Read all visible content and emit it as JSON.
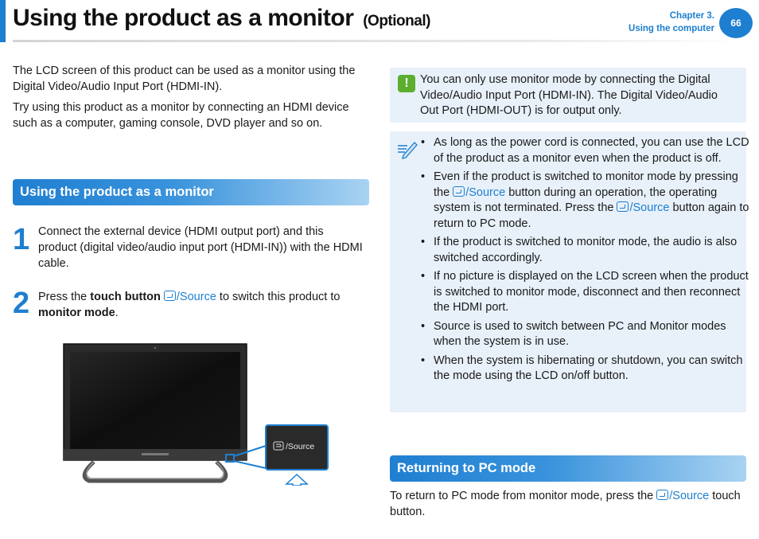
{
  "header": {
    "title": "Using the product as a monitor",
    "title_optional": "(Optional)",
    "chapter": "Chapter 3.",
    "chapter_sub": "Using the computer",
    "page_number": "66"
  },
  "intro": {
    "p1": "The LCD screen of this product can be used as a monitor using the Digital Video/Audio Input Port (HDMI-IN).",
    "p2": "Try using this product as a monitor by connecting an HDMI device such as a computer, gaming console, DVD player and so on."
  },
  "section1": {
    "title": "Using the product as a monitor",
    "step1_num": "1",
    "step1_text": "Connect the external device (HDMI output port) and this product (digital video/audio input port (HDMI-IN)) with the HDMI cable.",
    "step2_num": "2",
    "step2_pre": "Press the ",
    "step2_bold": "touch button",
    "step2_mid": " to switch this product to ",
    "step2_bold2": "monitor mode",
    "step2_end": "."
  },
  "source_label": "/Source",
  "illustration": {
    "button_label": "/Source"
  },
  "caution": {
    "icon": "exclamation-icon",
    "text": "You can only use monitor mode by connecting the Digital Video/Audio Input Port (HDMI-IN). The Digital Video/Audio Out Port (HDMI-OUT) is for output only."
  },
  "notes": {
    "icon": "pencil-note-icon",
    "n1": "As long as the power cord is connected, you can use the LCD of the product as a monitor even when the product is off.",
    "n2_pre": "Even if the product is switched to monitor mode by pressing the ",
    "n2_mid": " button during an operation, the operating system is not terminated. Press the ",
    "n2_end": " button again to return to PC mode.",
    "n3": "If the product is switched to monitor mode, the audio is also switched accordingly.",
    "n4": "If no picture is displayed on the LCD screen when the product is switched to monitor mode, disconnect and then reconnect the HDMI port.",
    "n5": "Source is used to switch between PC and Monitor modes when the system is in use.",
    "n6": "When the system is hibernating or shutdown, you can switch the mode using the LCD on/off button."
  },
  "section2": {
    "title": "Returning to PC mode",
    "text_pre": "To return to PC mode from monitor mode, press the ",
    "text_end": " touch button."
  },
  "colors": {
    "accent": "#1e7fd0",
    "box_bg": "#e8f1fa",
    "caution_green": "#5cae2f"
  }
}
